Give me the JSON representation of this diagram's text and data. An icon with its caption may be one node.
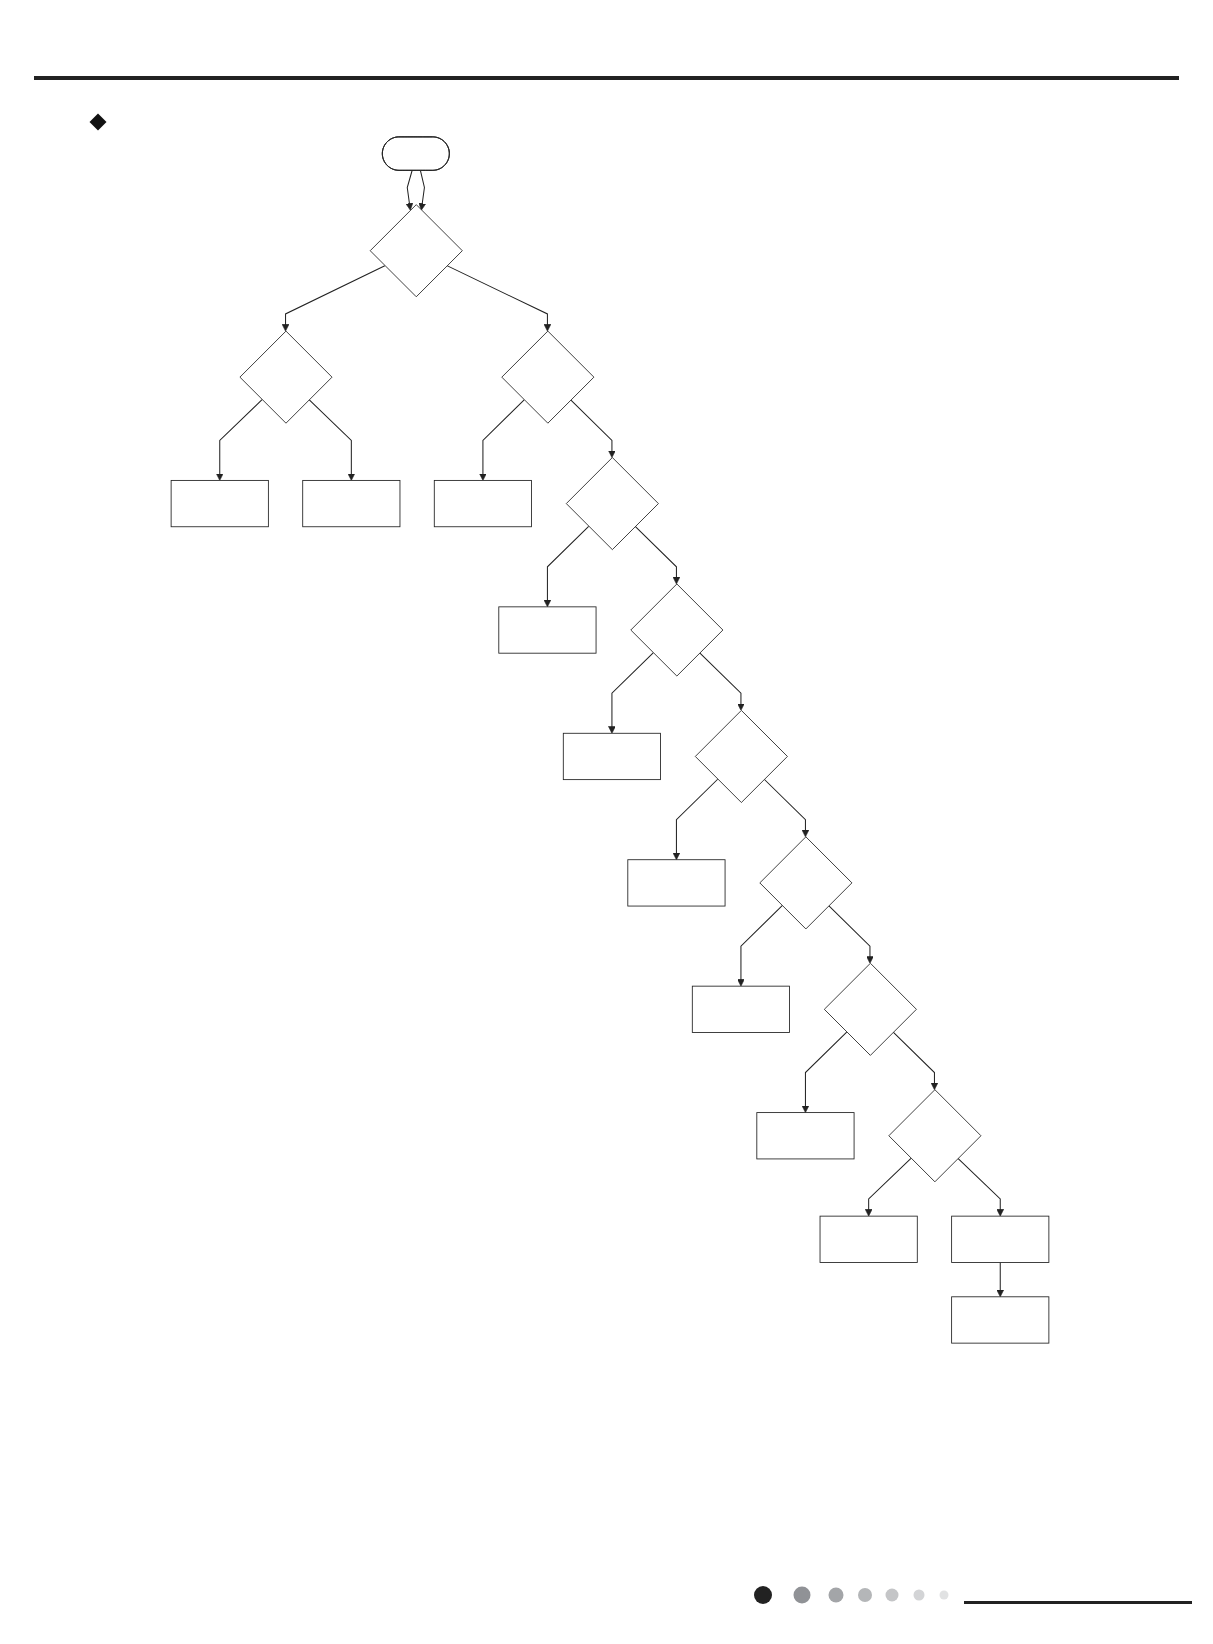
{
  "diagram": {
    "nodes": [
      {
        "text": [],
        "shape": "stadium"
      },
      {
        "text": [],
        "shape": "diamond"
      },
      {
        "text": [],
        "shape": "diamond"
      },
      {
        "text": [],
        "shape": "box"
      },
      {
        "text": [],
        "shape": "box"
      },
      {
        "text": [],
        "shape": "diamond"
      },
      {
        "text": [],
        "shape": "box"
      },
      {
        "text": [],
        "shape": "diamond"
      },
      {
        "text": [],
        "shape": "box"
      },
      {
        "text": [],
        "shape": "diamond"
      },
      {
        "text": [],
        "shape": "box"
      },
      {
        "text": [],
        "shape": "diamond"
      },
      {
        "text": [],
        "shape": "box"
      },
      {
        "text": [],
        "shape": "diamond"
      },
      {
        "text": [],
        "shape": "box"
      },
      {
        "text": [],
        "shape": "diamond"
      },
      {
        "text": [],
        "shape": "box"
      },
      {
        "text": [],
        "shape": "diamond"
      },
      {
        "text": [],
        "shape": "box"
      },
      {
        "text": [],
        "shape": "box"
      },
      {
        "text": [],
        "shape": "box"
      }
    ],
    "edges": [
      {
        "from": 0,
        "to": 1,
        "arrow": "to"
      },
      {
        "from": 0,
        "to": 1,
        "arrow": "to"
      },
      {
        "from": 1,
        "to": 2,
        "arrow": "to"
      },
      {
        "from": 2,
        "to": 3,
        "arrow": "to"
      },
      {
        "from": 2,
        "to": 4,
        "arrow": "to"
      },
      {
        "from": 1,
        "to": 5,
        "arrow": "to"
      },
      {
        "from": 5,
        "to": 6,
        "arrow": "to"
      },
      {
        "from": 5,
        "to": 7,
        "arrow": "to"
      },
      {
        "from": 7,
        "to": 8,
        "arrow": "to"
      },
      {
        "from": 7,
        "to": 9,
        "arrow": "to"
      },
      {
        "from": 9,
        "to": 10,
        "arrow": "to"
      },
      {
        "from": 9,
        "to": 11,
        "arrow": "to"
      },
      {
        "from": 11,
        "to": 12,
        "arrow": "to"
      },
      {
        "from": 11,
        "to": 13,
        "arrow": "to"
      },
      {
        "from": 13,
        "to": 14,
        "arrow": "to"
      },
      {
        "from": 13,
        "to": 15,
        "arrow": "to"
      },
      {
        "from": 15,
        "to": 16,
        "arrow": "to"
      },
      {
        "from": 15,
        "to": 17,
        "arrow": "to"
      },
      {
        "from": 17,
        "to": 18,
        "arrow": "to"
      },
      {
        "from": 17,
        "to": 19,
        "arrow": "to"
      },
      {
        "from": 19,
        "to": 20,
        "arrow": "to"
      }
    ]
  }
}
